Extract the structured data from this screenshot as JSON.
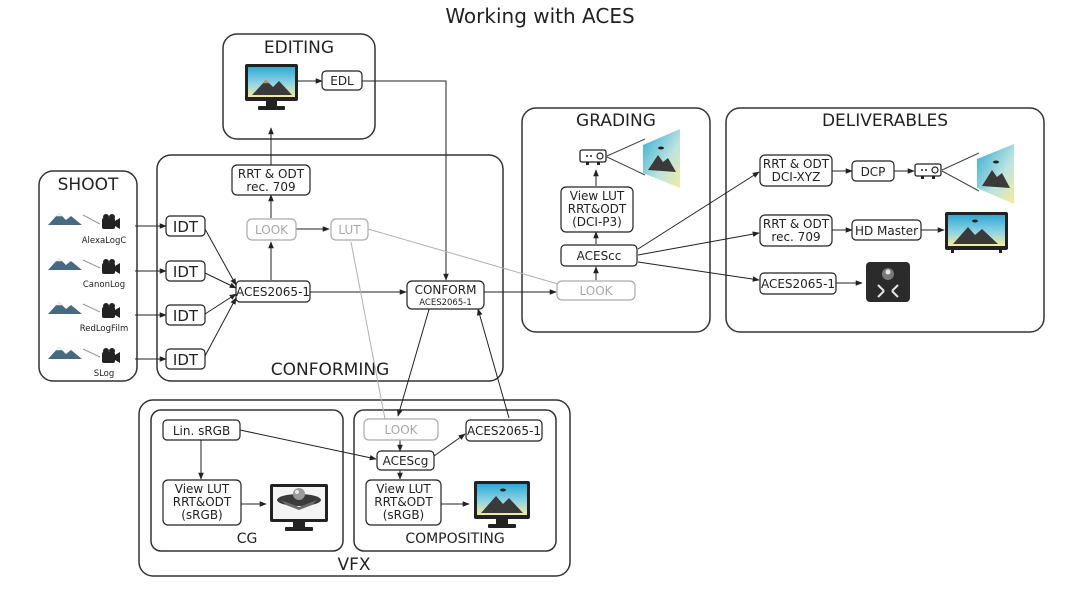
{
  "title": "Working with ACES",
  "groups": {
    "editing": "EDITING",
    "shoot": "SHOOT",
    "conforming": "CONFORMING",
    "grading": "GRADING",
    "deliverables": "DELIVERABLES",
    "vfx": "VFX",
    "cg": "CG",
    "compositing": "COMPOSITING"
  },
  "nodes": {
    "edl": "EDL",
    "rrt_odt_709_1": "RRT & ODT",
    "rrt_odt_709_2": "rec. 709",
    "idt_1": "IDT",
    "idt_2": "IDT",
    "idt_3": "IDT",
    "idt_4": "IDT",
    "look_conform": "LOOK",
    "lut": "LUT",
    "aces2065_conform": "ACES2065-1",
    "conform_1": "CONFORM",
    "conform_2": "ACES2065-1",
    "look_grading": "LOOK",
    "acescc": "ACEScc",
    "viewlut_grading_1": "View LUT",
    "viewlut_grading_2": "RRT&ODT",
    "viewlut_grading_3": "(DCI-P3)",
    "dci_xyz_1": "RRT & ODT",
    "dci_xyz_2": "DCI-XYZ",
    "dcp": "DCP",
    "deliv_709_1": "RRT & ODT",
    "deliv_709_2": "rec. 709",
    "hd_master": "HD Master",
    "deliv_aces": "ACES2065-1",
    "lin_srgb": "Lin. sRGB",
    "viewlut_cg_1": "View LUT",
    "viewlut_cg_2": "RRT&ODT",
    "viewlut_cg_3": "(sRGB)",
    "look_vfx": "LOOK",
    "aces2065_vfx": "ACES2065-1",
    "acescg": "ACEScg",
    "viewlut_comp_1": "View LUT",
    "viewlut_comp_2": "RRT&ODT",
    "viewlut_comp_3": "(sRGB)"
  },
  "cameras": {
    "alexa": "AlexaLogC",
    "canon": "CanonLog",
    "red": "RedLogFilm",
    "slog": "SLog"
  },
  "icons": {
    "edit_monitor": "monitor-icon",
    "grading_projector": "projector-icon",
    "dcp_projector": "projector-icon",
    "hd_tv": "tv-icon",
    "archive_drive": "hard-drive-icon",
    "cg_monitor": "monitor-icon",
    "comp_monitor": "monitor-icon",
    "camera": "video-camera-icon"
  },
  "colors": {
    "line": "#222222",
    "muted_line": "#b0b0b0",
    "image_sky": "#38b6d8",
    "image_yellow": "#f5eb9c",
    "image_mountain": "#3a3a3a",
    "image_peak": "#d98a3a",
    "mini_mountain": "#486a80"
  }
}
